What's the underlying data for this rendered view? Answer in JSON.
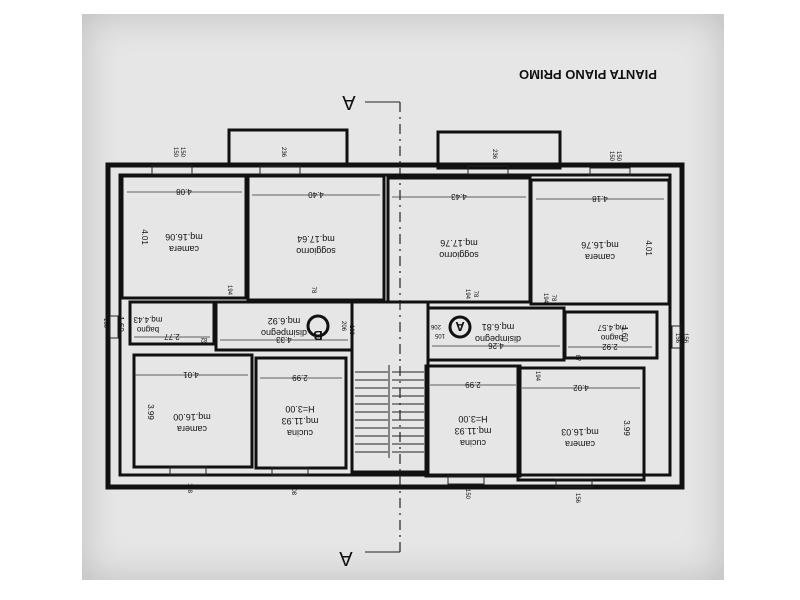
{
  "title": "PIANTA PIANO PRIMO",
  "section_label": "A",
  "rooms": [
    {
      "id": "r1",
      "name": "camera",
      "area": "mq.16.06",
      "dim": "4.08",
      "side": "4.01"
    },
    {
      "id": "r2",
      "name": "soggiorno",
      "area": "mq.17.64",
      "dim": "4.40"
    },
    {
      "id": "r3",
      "name": "soggiorno",
      "area": "mq.17.76",
      "dim": "4.43"
    },
    {
      "id": "r4",
      "name": "camera",
      "area": "mq.16.76",
      "dim": "4.18",
      "side": "4.01"
    },
    {
      "id": "r5",
      "name": "bagno",
      "area": "mq.4.43",
      "dim": "2.77",
      "side": "1.60"
    },
    {
      "id": "r6",
      "name": "disimpegno",
      "area": "mq.6.92",
      "dim": "4.33"
    },
    {
      "id": "r7",
      "name": "disimpegno",
      "area": "mq.6.81",
      "dim": "4.26"
    },
    {
      "id": "r8",
      "name": "bagno",
      "area": "mq.4.57",
      "dim": "2.92",
      "side": "1.60"
    },
    {
      "id": "r9",
      "name": "camera",
      "area": "mq.16.00",
      "dim": "4.01",
      "side": "3.99"
    },
    {
      "id": "r10",
      "name": "cucina",
      "area": "mq.11.93",
      "height": "H=3.00",
      "dim": "2.99"
    },
    {
      "id": "r11",
      "name": "cucina",
      "area": "mq.11.93",
      "height": "H=3.00",
      "dim": "2.99"
    },
    {
      "id": "r12",
      "name": "camera",
      "area": "mq.16.03",
      "dim": "4.02",
      "side": "3.99"
    }
  ],
  "units": [
    {
      "id": "uB",
      "label": "B"
    },
    {
      "id": "uA",
      "label": "A"
    }
  ],
  "openings": [
    "150",
    "150",
    "236",
    "236",
    "150",
    "150",
    "108",
    "108",
    "150",
    "156",
    "150",
    "150",
    "156",
    "156"
  ],
  "door_labels": [
    "194",
    "78",
    "78",
    "194",
    "78",
    "194",
    "78",
    "194",
    "156",
    "156",
    "78",
    "194",
    "78",
    "206",
    "206",
    "109",
    "105",
    "82",
    "87",
    "194"
  ]
}
